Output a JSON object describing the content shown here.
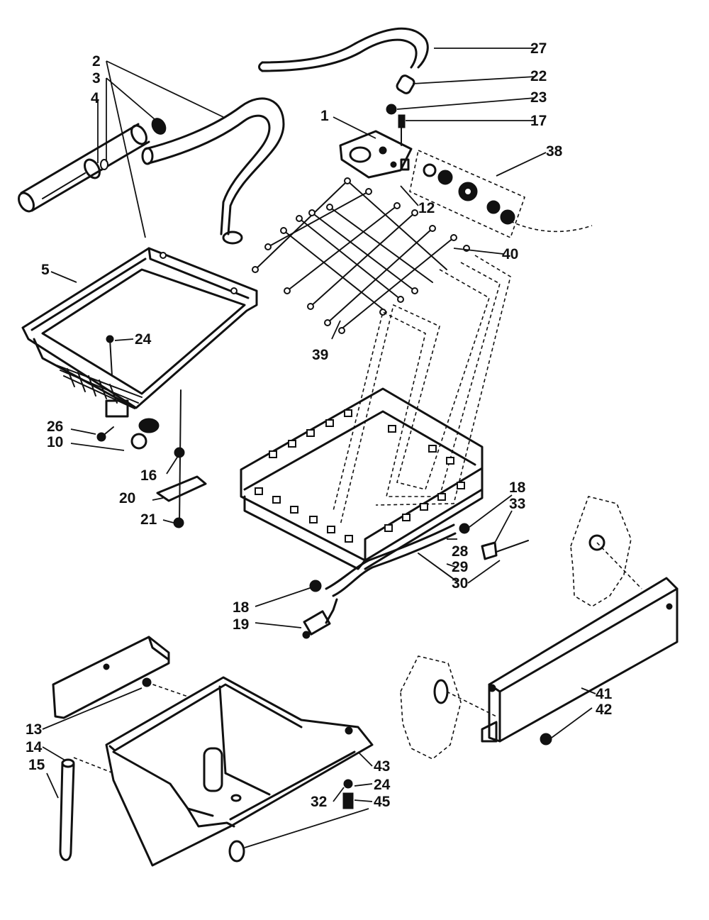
{
  "labels": {
    "l27": "27",
    "l22": "22",
    "l23": "23",
    "l17": "17",
    "l1": "1",
    "l38": "38",
    "l2": "2",
    "l3": "3",
    "l4": "4",
    "l12": "12",
    "l40": "40",
    "l5": "5",
    "l24a": "24",
    "l39": "39",
    "l26": "26",
    "l10": "10",
    "l16": "16",
    "l20": "20",
    "l21": "21",
    "l18a": "18",
    "l33": "33",
    "l28": "28",
    "l29": "29",
    "l30": "30",
    "l18b": "18",
    "l19": "19",
    "l13": "13",
    "l14": "14",
    "l15": "15",
    "l41": "41",
    "l42": "42",
    "l43": "43",
    "l24b": "24",
    "l32": "32",
    "l45": "45"
  }
}
